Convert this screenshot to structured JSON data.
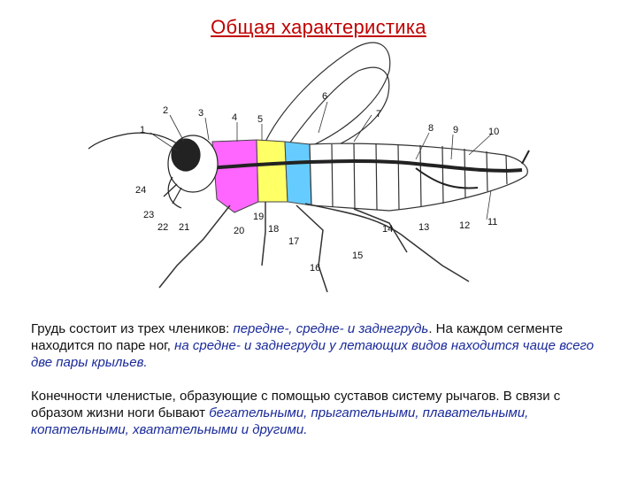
{
  "title": "Общая характеристика",
  "diagram": {
    "labels": [
      "1",
      "2",
      "3",
      "4",
      "5",
      "6",
      "7",
      "8",
      "9",
      "10",
      "11",
      "12",
      "13",
      "14",
      "15",
      "16",
      "17",
      "18",
      "19",
      "20",
      "21",
      "22",
      "23",
      "24"
    ],
    "colors": {
      "prothorax": "#ff66ff",
      "mesothorax": "#ffff66",
      "metathorax": "#66ccff"
    }
  },
  "paragraph1": {
    "part1": "Грудь состоит из трех члеников: ",
    "part2": "передне-, средне- и заднегрудь",
    "part3": ". На каждом сегменте находится по паре ног, ",
    "part4": "на средне- и заднегруди у летающих видов находится чаще всего две пары крыльев."
  },
  "paragraph2": {
    "part1": "Конечности членистые, образующие с помощью суставов систему рычагов. В связи с образом жизни ноги бывают ",
    "part2": "бегательными, прыгательными, плавательными, копательными, хватательными и другими."
  }
}
